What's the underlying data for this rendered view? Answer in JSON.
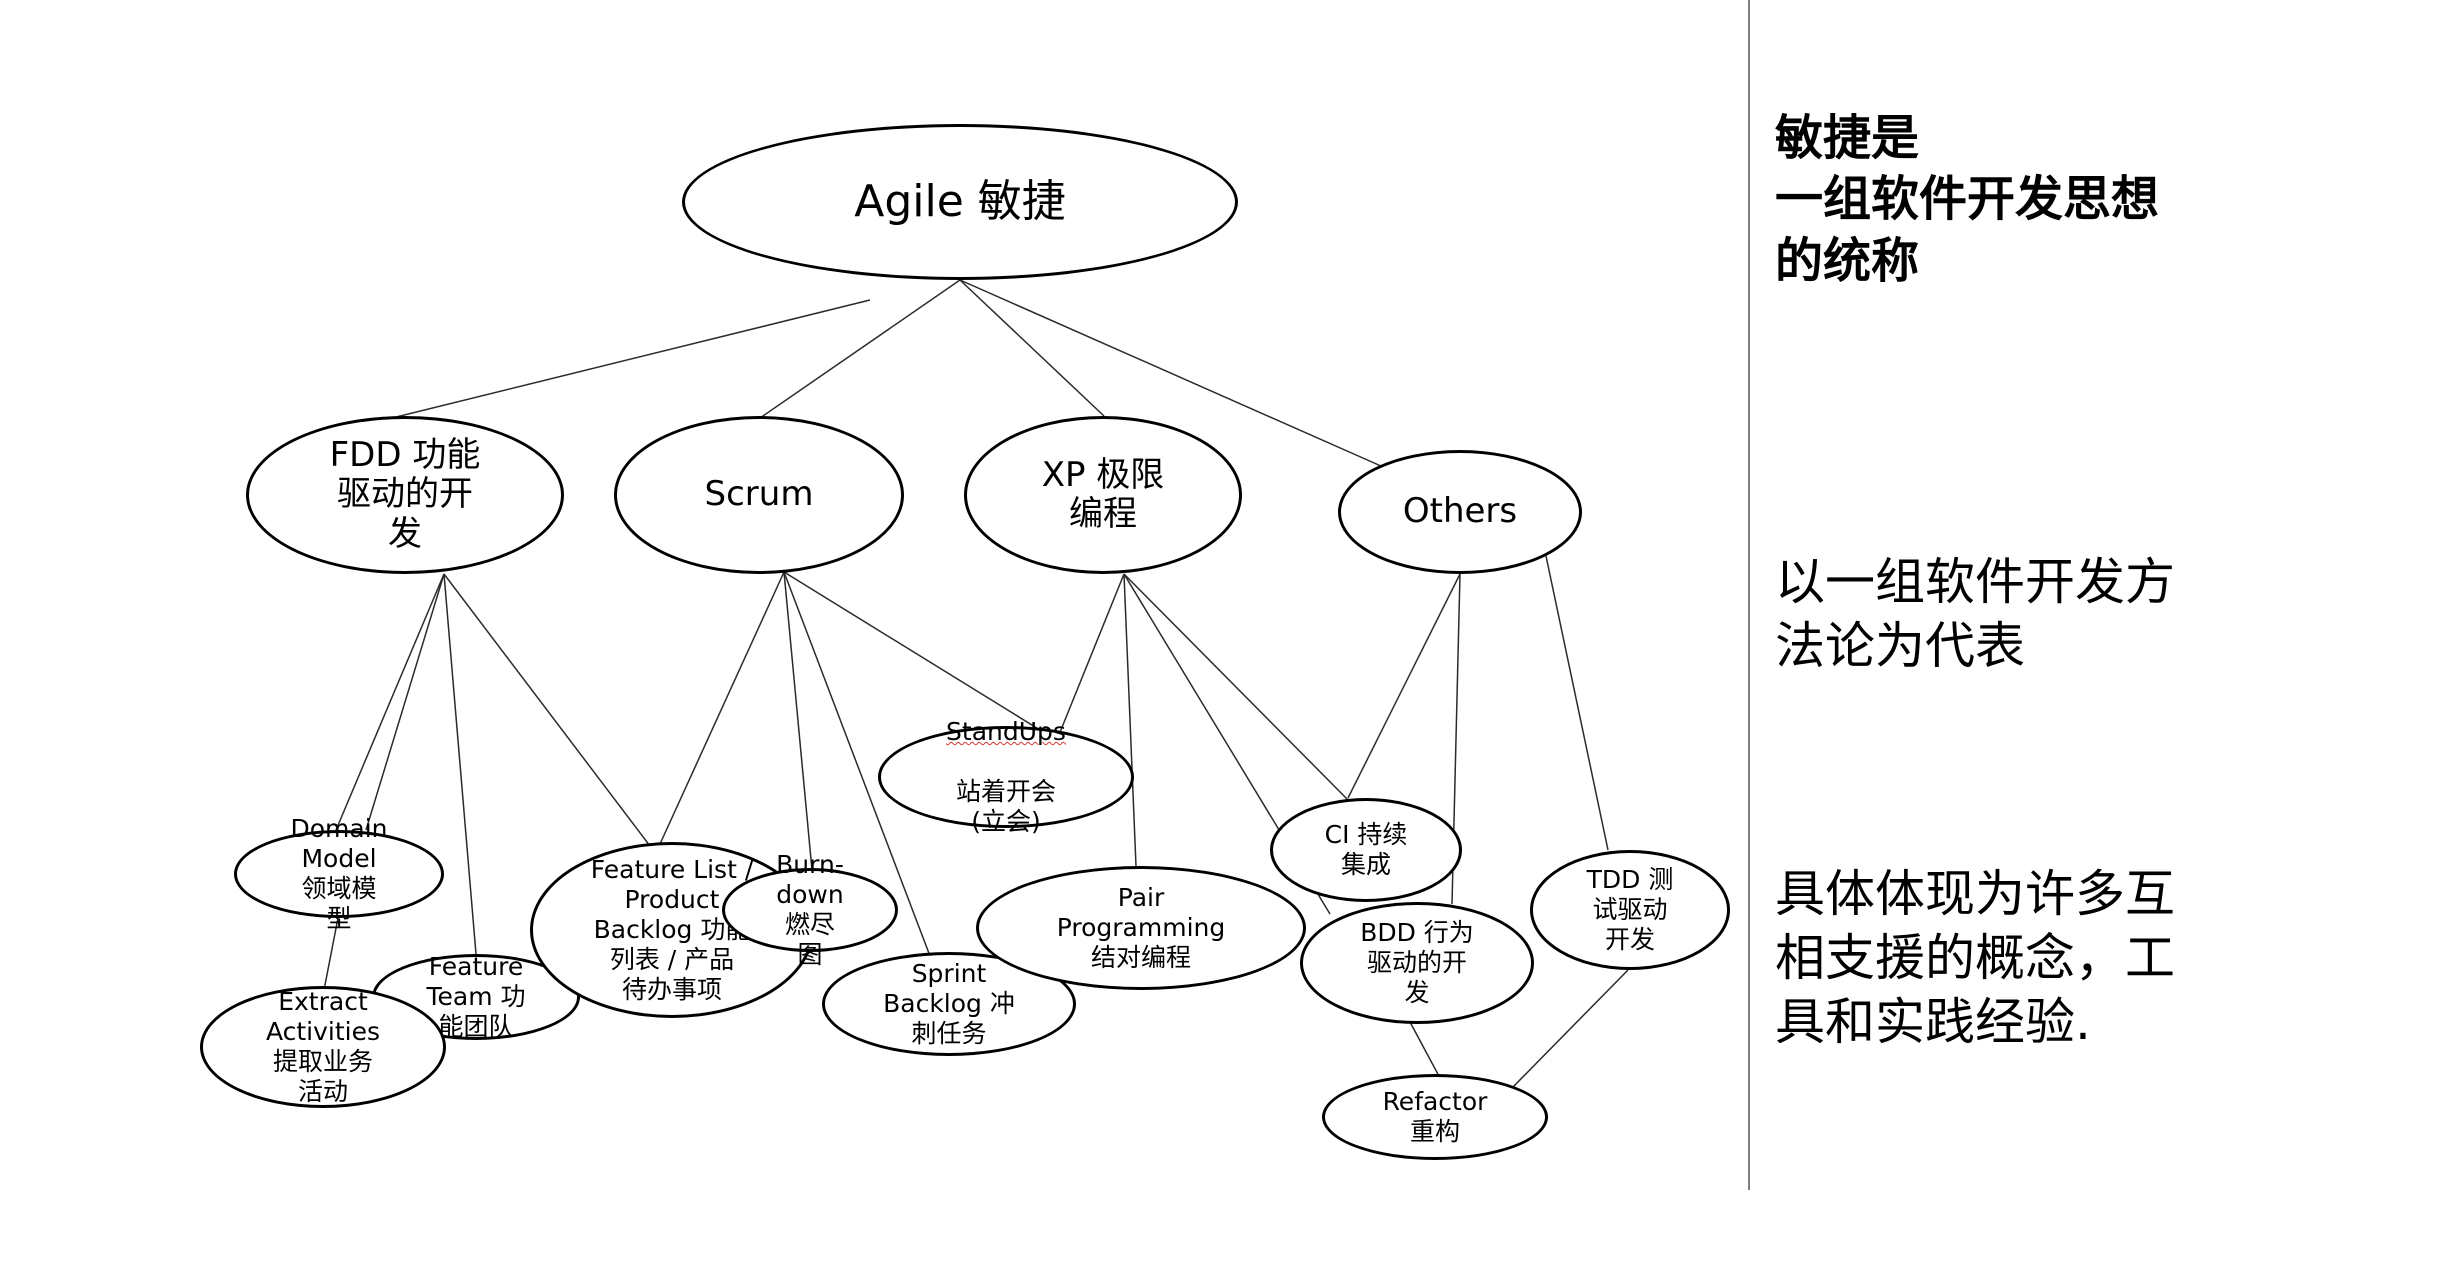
{
  "diagram": {
    "root": "Agile 敏捷",
    "nodes": {
      "fdd": "FDD 功能\n驱动的开\n发",
      "scrum": "Scrum",
      "xp": "XP 极限\n编程",
      "others": "Others",
      "domain_model": "Domain\nModel\n领域模\n型",
      "extract_activities": "Extract\nActivities\n提取业务\n活动",
      "feature_team": "Feature\nTeam 功\n能团队",
      "feature_list": "Feature List /\nProduct\nBacklog 功能\n列表 / 产品\n待办事项",
      "burndown": "Burn-\ndown\n燃尽\n图",
      "sprint_backlog": "Sprint\nBacklog 冲\n刺任务",
      "standups_en": "StandUps",
      "standups_cn": "站着开会\n(立会)",
      "pair_programming": "Pair\nProgramming\n结对编程",
      "ci": "CI 持续\n集成",
      "bdd": "BDD 行为\n驱动的开\n发",
      "tdd": "TDD 测\n试驱动\n开发",
      "refactor": "Refactor\n重构"
    }
  },
  "sidebar": {
    "heading": "敏捷是\n一组软件开发思想\n的统称",
    "paragraph_1": "以一组软件开发方\n法论为代表",
    "paragraph_2": "具体体现为许多互\n相支援的概念，工\n具和实践经验."
  }
}
